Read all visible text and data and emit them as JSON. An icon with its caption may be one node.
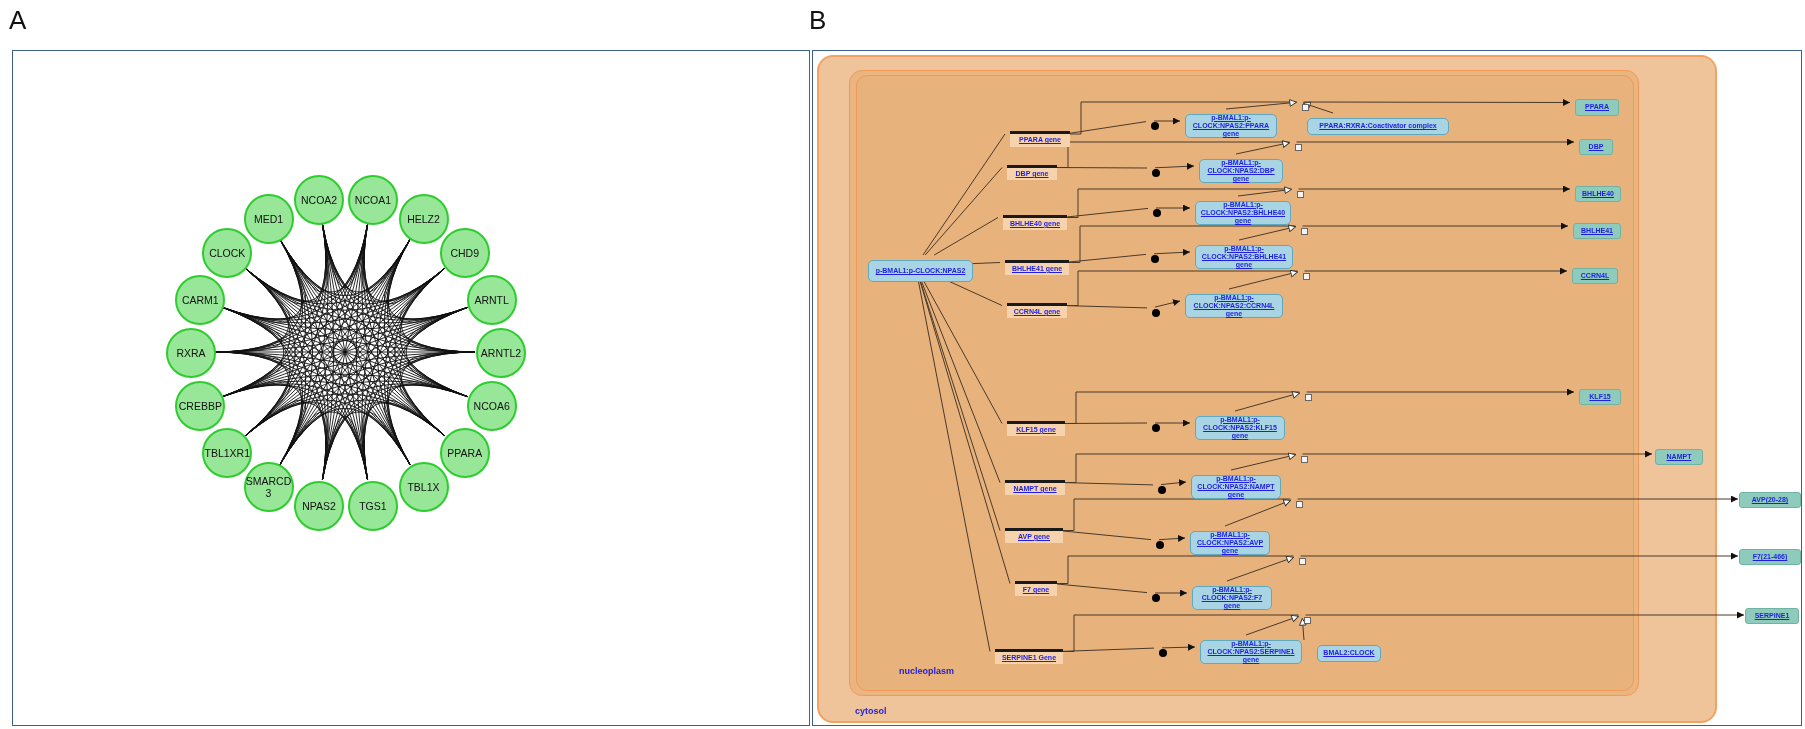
{
  "diagram": {
    "nodes": [
      {
        "text": [
          "A"
        ]
      },
      {
        "text": [
          "NCOA2"
        ],
        "in": 0
      },
      {
        "text": [
          "NCOA1"
        ],
        "in": 0
      },
      {
        "text": [
          "HELZ2"
        ],
        "in": 0
      },
      {
        "text": [
          "CHD9"
        ],
        "in": 0
      },
      {
        "text": [
          "ARNTL"
        ],
        "in": 0
      },
      {
        "text": [
          "ARNTL2"
        ],
        "in": 0
      },
      {
        "text": [
          "NCOA6"
        ],
        "in": 0
      },
      {
        "text": [
          "PPARA"
        ],
        "in": 0
      },
      {
        "text": [
          "TBL1X"
        ],
        "in": 0
      },
      {
        "text": [
          "TGS1"
        ],
        "in": 0
      },
      {
        "text": [
          "NPAS2"
        ],
        "in": 0
      },
      {
        "text": [
          "SMARCD3"
        ],
        "in": 0
      },
      {
        "text": [
          "TBL1XR1"
        ],
        "in": 0
      },
      {
        "text": [
          "CREBBP"
        ],
        "in": 0
      },
      {
        "text": [
          "RXRA"
        ],
        "in": 0
      },
      {
        "text": [
          "CARM1"
        ],
        "in": 0
      },
      {
        "text": [
          "CLOCK"
        ],
        "in": 0
      },
      {
        "text": [
          "MED1"
        ],
        "in": 0
      },
      {
        "text": [
          "B"
        ]
      },
      {
        "text": [
          "cytosol"
        ],
        "in": 19
      },
      {
        "text": [],
        "shape": "box",
        "in": 20
      },
      {
        "text": [
          "nucleoplasm"
        ],
        "in": 21
      },
      {
        "text": [
          "p-BMAL1:p-CLOCK:NPAS2"
        ],
        "in": 22
      },
      {
        "text": [
          "PPARA gene"
        ],
        "in": 22
      },
      {
        "text": [],
        "shape": "circle",
        "in": 22
      },
      {
        "text": [
          "p-BMAL1:p-CLOCK:NPAS2:PPARA gene"
        ],
        "in": 22
      },
      {
        "text": [],
        "shape": "box",
        "in": 22
      },
      {
        "text": [
          "PPARA"
        ],
        "in": 22
      },
      {
        "text": [
          "DBP gene"
        ],
        "in": 22
      },
      {
        "text": [],
        "shape": "circle",
        "in": 22
      },
      {
        "text": [
          "p-BMAL1:p-CLOCK:NPAS2:DBP gene"
        ],
        "in": 22
      },
      {
        "text": [],
        "shape": "box",
        "in": 22
      },
      {
        "text": [
          "DBP"
        ],
        "in": 22
      },
      {
        "text": [
          "BHLHE40 gene"
        ],
        "in": 22
      },
      {
        "text": [],
        "shape": "circle",
        "in": 22
      },
      {
        "text": [
          "p-BMAL1:p-CLOCK:NPAS2:BHLHE40 gene"
        ],
        "in": 22
      },
      {
        "text": [],
        "shape": "box",
        "in": 22
      },
      {
        "text": [
          "BHLHE40"
        ],
        "in": 22
      },
      {
        "text": [
          "BHLHE41 gene"
        ],
        "in": 22
      },
      {
        "text": [],
        "shape": "circle",
        "in": 22
      },
      {
        "text": [
          "p-BMAL1:p-CLOCK:NPAS2:BHLHE41 gene"
        ],
        "in": 22
      },
      {
        "text": [],
        "shape": "box",
        "in": 22
      },
      {
        "text": [
          "BHLHE41"
        ],
        "in": 22
      },
      {
        "text": [
          "CCRN4L gene"
        ],
        "in": 22
      },
      {
        "text": [],
        "shape": "circle",
        "in": 22
      },
      {
        "text": [
          "p-BMAL1:p-CLOCK:NPAS2:CCRN4L gene"
        ],
        "in": 22
      },
      {
        "text": [],
        "shape": "box",
        "in": 22
      },
      {
        "text": [
          "CCRN4L"
        ],
        "in": 22
      },
      {
        "text": [
          "KLF15 gene"
        ],
        "in": 22
      },
      {
        "text": [],
        "shape": "circle",
        "in": 22
      },
      {
        "text": [
          "p-BMAL1:p-CLOCK:NPAS2:KLF15 gene"
        ],
        "in": 22
      },
      {
        "text": [],
        "shape": "box",
        "in": 22
      },
      {
        "text": [
          "KLF15"
        ],
        "in": 22
      },
      {
        "text": [
          "NAMPT gene"
        ],
        "in": 22
      },
      {
        "text": [],
        "shape": "circle",
        "in": 22
      },
      {
        "text": [
          "p-BMAL1:p-CLOCK:NPAS2:NAMPT gene"
        ],
        "in": 22
      },
      {
        "text": [],
        "shape": "box",
        "in": 22
      },
      {
        "text": [
          "NAMPT"
        ],
        "in": 20
      },
      {
        "text": [
          "AVP gene"
        ],
        "in": 22
      },
      {
        "text": [],
        "shape": "circle",
        "in": 22
      },
      {
        "text": [
          "p-BMAL1:p-CLOCK:NPAS2:AVP gene"
        ],
        "in": 22
      },
      {
        "text": [],
        "shape": "box",
        "in": 22
      },
      {
        "text": [
          "AVP(20-28)"
        ],
        "in": 19
      },
      {
        "text": [
          "F7 gene"
        ],
        "in": 22
      },
      {
        "text": [],
        "shape": "circle",
        "in": 22
      },
      {
        "text": [
          "p-BMAL1:p-CLOCK:NPAS2:F7 gene"
        ],
        "in": 22
      },
      {
        "text": [],
        "shape": "box",
        "in": 22
      },
      {
        "text": [
          "F7(21-466)"
        ],
        "in": 19
      },
      {
        "text": [
          "SERPINE1 Gene"
        ],
        "in": 22
      },
      {
        "text": [],
        "shape": "circle",
        "in": 22
      },
      {
        "text": [
          "p-BMAL1:p-CLOCK:NPAS2:SERPINE1 gene"
        ],
        "in": 22
      },
      {
        "text": [],
        "shape": "box",
        "in": 22
      },
      {
        "text": [
          "SERPINE1"
        ],
        "in": 19
      },
      {
        "text": [
          "PPARA:RXRA:Coactivator complex"
        ],
        "in": 22
      },
      {
        "text": [
          "BMAL2:CLOCK"
        ],
        "in": 22
      }
    ],
    "edges": [
      {
        "from": 1,
        "to": 2,
        "arrow": "none"
      },
      {
        "from": 1,
        "to": 3,
        "arrow": "none"
      },
      {
        "from": 1,
        "to": 4,
        "arrow": "none"
      },
      {
        "from": 1,
        "to": 5,
        "arrow": "none"
      },
      {
        "from": 1,
        "to": 6,
        "arrow": "none"
      },
      {
        "from": 1,
        "to": 7,
        "arrow": "none"
      },
      {
        "from": 1,
        "to": 8,
        "arrow": "none"
      },
      {
        "from": 1,
        "to": 9,
        "arrow": "none"
      },
      {
        "from": 1,
        "to": 10,
        "arrow": "none"
      },
      {
        "from": 1,
        "to": 11,
        "arrow": "none"
      },
      {
        "from": 1,
        "to": 12,
        "arrow": "none"
      },
      {
        "from": 1,
        "to": 13,
        "arrow": "none"
      },
      {
        "from": 1,
        "to": 14,
        "arrow": "none"
      },
      {
        "from": 1,
        "to": 15,
        "arrow": "none"
      },
      {
        "from": 1,
        "to": 16,
        "arrow": "none"
      },
      {
        "from": 1,
        "to": 17,
        "arrow": "none"
      },
      {
        "from": 1,
        "to": 18,
        "arrow": "none"
      },
      {
        "from": 2,
        "to": 3,
        "arrow": "none"
      },
      {
        "from": 2,
        "to": 4,
        "arrow": "none"
      },
      {
        "from": 2,
        "to": 5,
        "arrow": "none"
      },
      {
        "from": 2,
        "to": 6,
        "arrow": "none"
      },
      {
        "from": 2,
        "to": 7,
        "arrow": "none"
      },
      {
        "from": 2,
        "to": 8,
        "arrow": "none"
      },
      {
        "from": 2,
        "to": 9,
        "arrow": "none"
      },
      {
        "from": 2,
        "to": 10,
        "arrow": "none"
      },
      {
        "from": 2,
        "to": 11,
        "arrow": "none"
      },
      {
        "from": 2,
        "to": 12,
        "arrow": "none"
      },
      {
        "from": 2,
        "to": 13,
        "arrow": "none"
      },
      {
        "from": 2,
        "to": 14,
        "arrow": "none"
      },
      {
        "from": 2,
        "to": 15,
        "arrow": "none"
      },
      {
        "from": 2,
        "to": 16,
        "arrow": "none"
      },
      {
        "from": 2,
        "to": 17,
        "arrow": "none"
      },
      {
        "from": 2,
        "to": 18,
        "arrow": "none"
      },
      {
        "from": 3,
        "to": 4,
        "arrow": "none"
      },
      {
        "from": 3,
        "to": 5,
        "arrow": "none"
      },
      {
        "from": 3,
        "to": 6,
        "arrow": "none"
      },
      {
        "from": 3,
        "to": 7,
        "arrow": "none"
      },
      {
        "from": 3,
        "to": 8,
        "arrow": "none"
      },
      {
        "from": 3,
        "to": 9,
        "arrow": "none"
      },
      {
        "from": 3,
        "to": 10,
        "arrow": "none"
      },
      {
        "from": 3,
        "to": 11,
        "arrow": "none"
      },
      {
        "from": 3,
        "to": 12,
        "arrow": "none"
      },
      {
        "from": 3,
        "to": 13,
        "arrow": "none"
      },
      {
        "from": 3,
        "to": 14,
        "arrow": "none"
      },
      {
        "from": 3,
        "to": 15,
        "arrow": "none"
      },
      {
        "from": 3,
        "to": 16,
        "arrow": "none"
      },
      {
        "from": 3,
        "to": 17,
        "arrow": "none"
      },
      {
        "from": 3,
        "to": 18,
        "arrow": "none"
      },
      {
        "from": 4,
        "to": 5,
        "arrow": "none"
      },
      {
        "from": 4,
        "to": 6,
        "arrow": "none"
      },
      {
        "from": 4,
        "to": 7,
        "arrow": "none"
      },
      {
        "from": 4,
        "to": 8,
        "arrow": "none"
      },
      {
        "from": 4,
        "to": 9,
        "arrow": "none"
      },
      {
        "from": 4,
        "to": 10,
        "arrow": "none"
      },
      {
        "from": 4,
        "to": 11,
        "arrow": "none"
      },
      {
        "from": 4,
        "to": 12,
        "arrow": "none"
      },
      {
        "from": 4,
        "to": 13,
        "arrow": "none"
      },
      {
        "from": 4,
        "to": 14,
        "arrow": "none"
      },
      {
        "from": 4,
        "to": 15,
        "arrow": "none"
      },
      {
        "from": 4,
        "to": 16,
        "arrow": "none"
      },
      {
        "from": 4,
        "to": 17,
        "arrow": "none"
      },
      {
        "from": 4,
        "to": 18,
        "arrow": "none"
      },
      {
        "from": 5,
        "to": 6,
        "arrow": "none"
      },
      {
        "from": 5,
        "to": 7,
        "arrow": "none"
      },
      {
        "from": 5,
        "to": 8,
        "arrow": "none"
      },
      {
        "from": 5,
        "to": 9,
        "arrow": "none"
      },
      {
        "from": 5,
        "to": 10,
        "arrow": "none"
      },
      {
        "from": 5,
        "to": 11,
        "arrow": "none"
      },
      {
        "from": 5,
        "to": 12,
        "arrow": "none"
      },
      {
        "from": 5,
        "to": 13,
        "arrow": "none"
      },
      {
        "from": 5,
        "to": 14,
        "arrow": "none"
      },
      {
        "from": 5,
        "to": 15,
        "arrow": "none"
      },
      {
        "from": 5,
        "to": 16,
        "arrow": "none"
      },
      {
        "from": 5,
        "to": 17,
        "arrow": "none"
      },
      {
        "from": 5,
        "to": 18,
        "arrow": "none"
      },
      {
        "from": 6,
        "to": 7,
        "arrow": "none"
      },
      {
        "from": 6,
        "to": 8,
        "arrow": "none"
      },
      {
        "from": 6,
        "to": 9,
        "arrow": "none"
      },
      {
        "from": 6,
        "to": 10,
        "arrow": "none"
      },
      {
        "from": 6,
        "to": 11,
        "arrow": "none"
      },
      {
        "from": 6,
        "to": 12,
        "arrow": "none"
      },
      {
        "from": 6,
        "to": 13,
        "arrow": "none"
      },
      {
        "from": 6,
        "to": 14,
        "arrow": "none"
      },
      {
        "from": 6,
        "to": 15,
        "arrow": "none"
      },
      {
        "from": 6,
        "to": 16,
        "arrow": "none"
      },
      {
        "from": 6,
        "to": 17,
        "arrow": "none"
      },
      {
        "from": 6,
        "to": 18,
        "arrow": "none"
      },
      {
        "from": 7,
        "to": 8,
        "arrow": "none"
      },
      {
        "from": 7,
        "to": 9,
        "arrow": "none"
      },
      {
        "from": 7,
        "to": 10,
        "arrow": "none"
      },
      {
        "from": 7,
        "to": 11,
        "arrow": "none"
      },
      {
        "from": 7,
        "to": 12,
        "arrow": "none"
      },
      {
        "from": 7,
        "to": 13,
        "arrow": "none"
      },
      {
        "from": 7,
        "to": 14,
        "arrow": "none"
      },
      {
        "from": 7,
        "to": 15,
        "arrow": "none"
      },
      {
        "from": 7,
        "to": 16,
        "arrow": "none"
      },
      {
        "from": 7,
        "to": 17,
        "arrow": "none"
      },
      {
        "from": 7,
        "to": 18,
        "arrow": "none"
      },
      {
        "from": 8,
        "to": 9,
        "arrow": "none"
      },
      {
        "from": 8,
        "to": 10,
        "arrow": "none"
      },
      {
        "from": 8,
        "to": 11,
        "arrow": "none"
      },
      {
        "from": 8,
        "to": 12,
        "arrow": "none"
      },
      {
        "from": 8,
        "to": 13,
        "arrow": "none"
      },
      {
        "from": 8,
        "to": 14,
        "arrow": "none"
      },
      {
        "from": 8,
        "to": 15,
        "arrow": "none"
      },
      {
        "from": 8,
        "to": 16,
        "arrow": "none"
      },
      {
        "from": 8,
        "to": 17,
        "arrow": "none"
      },
      {
        "from": 8,
        "to": 18,
        "arrow": "none"
      },
      {
        "from": 9,
        "to": 10,
        "arrow": "none"
      },
      {
        "from": 9,
        "to": 11,
        "arrow": "none"
      },
      {
        "from": 9,
        "to": 12,
        "arrow": "none"
      },
      {
        "from": 9,
        "to": 13,
        "arrow": "none"
      },
      {
        "from": 9,
        "to": 14,
        "arrow": "none"
      },
      {
        "from": 9,
        "to": 15,
        "arrow": "none"
      },
      {
        "from": 9,
        "to": 16,
        "arrow": "none"
      },
      {
        "from": 9,
        "to": 17,
        "arrow": "none"
      },
      {
        "from": 9,
        "to": 18,
        "arrow": "none"
      },
      {
        "from": 10,
        "to": 11,
        "arrow": "none"
      },
      {
        "from": 10,
        "to": 12,
        "arrow": "none"
      },
      {
        "from": 10,
        "to": 13,
        "arrow": "none"
      },
      {
        "from": 10,
        "to": 14,
        "arrow": "none"
      },
      {
        "from": 10,
        "to": 15,
        "arrow": "none"
      },
      {
        "from": 10,
        "to": 16,
        "arrow": "none"
      },
      {
        "from": 10,
        "to": 17,
        "arrow": "none"
      },
      {
        "from": 10,
        "to": 18,
        "arrow": "none"
      },
      {
        "from": 11,
        "to": 12,
        "arrow": "none"
      },
      {
        "from": 11,
        "to": 13,
        "arrow": "none"
      },
      {
        "from": 11,
        "to": 14,
        "arrow": "none"
      },
      {
        "from": 11,
        "to": 15,
        "arrow": "none"
      },
      {
        "from": 11,
        "to": 16,
        "arrow": "none"
      },
      {
        "from": 11,
        "to": 17,
        "arrow": "none"
      },
      {
        "from": 11,
        "to": 18,
        "arrow": "none"
      },
      {
        "from": 12,
        "to": 13,
        "arrow": "none"
      },
      {
        "from": 12,
        "to": 14,
        "arrow": "none"
      },
      {
        "from": 12,
        "to": 15,
        "arrow": "none"
      },
      {
        "from": 12,
        "to": 16,
        "arrow": "none"
      },
      {
        "from": 12,
        "to": 17,
        "arrow": "none"
      },
      {
        "from": 12,
        "to": 18,
        "arrow": "none"
      },
      {
        "from": 13,
        "to": 14,
        "arrow": "none"
      },
      {
        "from": 13,
        "to": 15,
        "arrow": "none"
      },
      {
        "from": 13,
        "to": 16,
        "arrow": "none"
      },
      {
        "from": 13,
        "to": 17,
        "arrow": "none"
      },
      {
        "from": 13,
        "to": 18,
        "arrow": "none"
      },
      {
        "from": 14,
        "to": 15,
        "arrow": "none"
      },
      {
        "from": 14,
        "to": 16,
        "arrow": "none"
      },
      {
        "from": 14,
        "to": 17,
        "arrow": "none"
      },
      {
        "from": 14,
        "to": 18,
        "arrow": "none"
      },
      {
        "from": 15,
        "to": 16,
        "arrow": "none"
      },
      {
        "from": 15,
        "to": 17,
        "arrow": "none"
      },
      {
        "from": 15,
        "to": 18,
        "arrow": "none"
      },
      {
        "from": 16,
        "to": 17,
        "arrow": "none"
      },
      {
        "from": 16,
        "to": 18,
        "arrow": "none"
      },
      {
        "from": 17,
        "to": 18,
        "arrow": "none"
      },
      {
        "from": 23,
        "to": 24,
        "arrow": "none"
      },
      {
        "from": 24,
        "to": 25,
        "arrow": "none"
      },
      {
        "from": 25,
        "to": 26,
        "arrow": "to"
      },
      {
        "from": 24,
        "to": 27,
        "arrow": "none"
      },
      {
        "from": 26,
        "to": 27,
        "arrow": "to"
      },
      {
        "from": 27,
        "to": 28,
        "arrow": "to"
      },
      {
        "from": 23,
        "to": 29,
        "arrow": "none"
      },
      {
        "from": 29,
        "to": 30,
        "arrow": "none"
      },
      {
        "from": 30,
        "to": 31,
        "arrow": "to"
      },
      {
        "from": 29,
        "to": 32,
        "arrow": "none"
      },
      {
        "from": 31,
        "to": 32,
        "arrow": "to"
      },
      {
        "from": 32,
        "to": 33,
        "arrow": "to"
      },
      {
        "from": 23,
        "to": 34,
        "arrow": "none"
      },
      {
        "from": 34,
        "to": 35,
        "arrow": "none"
      },
      {
        "from": 35,
        "to": 36,
        "arrow": "to"
      },
      {
        "from": 34,
        "to": 37,
        "arrow": "none"
      },
      {
        "from": 36,
        "to": 37,
        "arrow": "to"
      },
      {
        "from": 37,
        "to": 38,
        "arrow": "to"
      },
      {
        "from": 23,
        "to": 39,
        "arrow": "none"
      },
      {
        "from": 39,
        "to": 40,
        "arrow": "none"
      },
      {
        "from": 40,
        "to": 41,
        "arrow": "to"
      },
      {
        "from": 39,
        "to": 42,
        "arrow": "none"
      },
      {
        "from": 41,
        "to": 42,
        "arrow": "to"
      },
      {
        "from": 42,
        "to": 43,
        "arrow": "to"
      },
      {
        "from": 23,
        "to": 44,
        "arrow": "none"
      },
      {
        "from": 44,
        "to": 45,
        "arrow": "none"
      },
      {
        "from": 45,
        "to": 46,
        "arrow": "to"
      },
      {
        "from": 44,
        "to": 47,
        "arrow": "none"
      },
      {
        "from": 46,
        "to": 47,
        "arrow": "to"
      },
      {
        "from": 47,
        "to": 48,
        "arrow": "to"
      },
      {
        "from": 23,
        "to": 49,
        "arrow": "none"
      },
      {
        "from": 49,
        "to": 50,
        "arrow": "none"
      },
      {
        "from": 50,
        "to": 51,
        "arrow": "to"
      },
      {
        "from": 49,
        "to": 52,
        "arrow": "none"
      },
      {
        "from": 51,
        "to": 52,
        "arrow": "to"
      },
      {
        "from": 52,
        "to": 53,
        "arrow": "to"
      },
      {
        "from": 23,
        "to": 54,
        "arrow": "none"
      },
      {
        "from": 54,
        "to": 55,
        "arrow": "none"
      },
      {
        "from": 55,
        "to": 56,
        "arrow": "to"
      },
      {
        "from": 54,
        "to": 57,
        "arrow": "none"
      },
      {
        "from": 56,
        "to": 57,
        "arrow": "to"
      },
      {
        "from": 57,
        "to": 58,
        "arrow": "to"
      },
      {
        "from": 23,
        "to": 59,
        "arrow": "none"
      },
      {
        "from": 59,
        "to": 60,
        "arrow": "none"
      },
      {
        "from": 60,
        "to": 61,
        "arrow": "to"
      },
      {
        "from": 59,
        "to": 62,
        "arrow": "none"
      },
      {
        "from": 61,
        "to": 62,
        "arrow": "to"
      },
      {
        "from": 62,
        "to": 63,
        "arrow": "to"
      },
      {
        "from": 23,
        "to": 64,
        "arrow": "none"
      },
      {
        "from": 64,
        "to": 65,
        "arrow": "none"
      },
      {
        "from": 65,
        "to": 66,
        "arrow": "to"
      },
      {
        "from": 64,
        "to": 67,
        "arrow": "none"
      },
      {
        "from": 66,
        "to": 67,
        "arrow": "to"
      },
      {
        "from": 67,
        "to": 68,
        "arrow": "to"
      },
      {
        "from": 23,
        "to": 69,
        "arrow": "none"
      },
      {
        "from": 69,
        "to": 70,
        "arrow": "none"
      },
      {
        "from": 70,
        "to": 71,
        "arrow": "to"
      },
      {
        "from": 69,
        "to": 72,
        "arrow": "none"
      },
      {
        "from": 71,
        "to": 72,
        "arrow": "to"
      },
      {
        "from": 72,
        "to": 73,
        "arrow": "to"
      },
      {
        "from": 74,
        "to": 27,
        "arrow": "to"
      },
      {
        "from": 75,
        "to": 72,
        "arrow": "to"
      }
    ]
  }
}
